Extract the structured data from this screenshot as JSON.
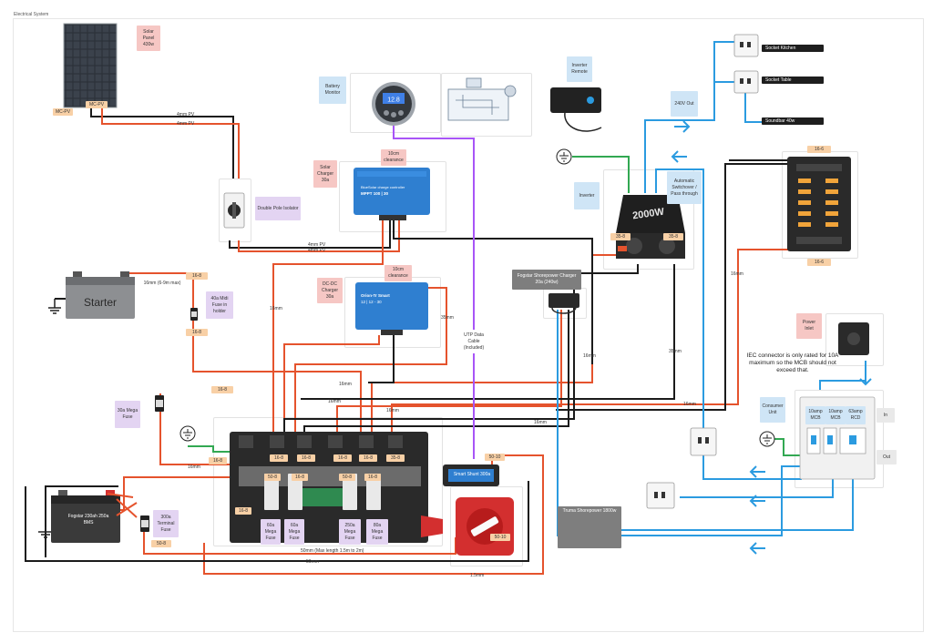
{
  "frame": {
    "title": "Electrical System"
  },
  "notes": {
    "solar_panel": "Solar Panel 430w",
    "mc_pv_left": "MC-PV",
    "mc_pv_right": "MC-PV",
    "isolator": "Double Pole Isolator",
    "battery_monitor": "Battery Monitor",
    "clearance_top": "10cm clearance",
    "solar_charger": "Solar Charger 30a",
    "inverter_remote": "Inverter Remote",
    "out_240v": "240V Out",
    "socket_kitchen": "Socket Kitchen",
    "socket_table": "Socket Table",
    "soundbar": "Soundbar 40w",
    "inverter": "Inverter",
    "auto_switchover": "Automatic Switchover / Pass through",
    "lug_inv_left": "35-8",
    "lug_inv_right": "35-8",
    "lug_fuse_top": "16-6",
    "lug_fuse_bottom": "16-6",
    "starter": "Starter",
    "starter_cable": "16mm (6-9m max)",
    "lug_starter_top": "16-8",
    "midi_fuse": "40a Midi Fuse in holder",
    "lug_starter_bottom": "16-8",
    "dcdc_charger": "DC-DC Charger 30a",
    "clearance_mid": "10cm clearance",
    "shorepower_charger": "Fogstar Shorepower Charger 20a (240w)",
    "power_inlet": "Power Inlet",
    "iec_note": "IEC connector is only rated for 10A maximum so the MCB should not exceed that.",
    "mega_fuse_30a": "30a Mega Fuse",
    "lug_16_8_left": "16-8",
    "consumer_unit": "Consumer Unit",
    "mcb_10a_1": "10amp MCB",
    "mcb_10a_2": "10amp MCB",
    "rcd_63a": "63amp RCD",
    "cu_in": "In",
    "cu_out": "Out",
    "lug_busbar_1": "16-8",
    "lug_busbar_2": "16-8",
    "lug_busbar_3": "16-8",
    "lug_busbar_4": "50-8",
    "lug_busbar_5": "16-8",
    "lug_busbar_6": "35-8",
    "lug_busbar_7": "16-8",
    "lug_16_8_small": "16-8",
    "lug_shunt": "50-10",
    "lug_switch": "50-10",
    "fogstar_battery": "Fogstar 230ah 250a BMS",
    "terminal_fuse": "300a Terminal Fuse",
    "lug_50_8": "50-8",
    "mega_fuse_60a": "60a Mega Fuse",
    "mega_fuse_60a_b": "60a Mega Fuse",
    "mega_fuse_250a": "250a Mega Fuse",
    "mega_fuse_80a": "80a Mega Fuse",
    "smart_shunt": "Smart Shunt 300a",
    "truma": "Truma Shorepower 1800w",
    "utp_cable": "UTP Data Cable (Included)"
  },
  "device_text": {
    "mppt_title": "BlueSolar charge controller",
    "mppt_model": "MPPT 100 | 30",
    "orion_title": "Orion-Tr Smart",
    "orion_model": "12 | 12 - 30",
    "inverter_brand": "2000W",
    "starter_label": "Starter",
    "monitor_display": "12.8"
  },
  "wire_labels": {
    "pv_4mm_a": "4mm PV",
    "pv_4mm_b": "4mm PV",
    "pv_4mm_c": "4mm PV",
    "pv_4mm_d": "4mm PV",
    "w16_a": "16mm",
    "w16_b": "16mm",
    "w16_c": "16mm",
    "w16_d": "16mm",
    "w16_e": "16mm",
    "w16_f": "16mm",
    "w16_g": "16mm",
    "w16_h": "16mm",
    "w35_a": "35mm",
    "w35_b": "35mm",
    "w16_i": "16mm",
    "w16_j": "16mm",
    "w16_k": "16mm",
    "w50_main": "50mm (Max length 1.5m to 2m)",
    "w50_b": "50mm",
    "w1_5": "1.5mm",
    "lug_16_8_wire": "16-8"
  },
  "colors": {
    "positive": "#e5532d",
    "negative": "#1b1b1b",
    "ac": "#2b9be0",
    "earth": "#32a852",
    "data": "#a855f7",
    "victron_blue": "#2f7fd0"
  }
}
